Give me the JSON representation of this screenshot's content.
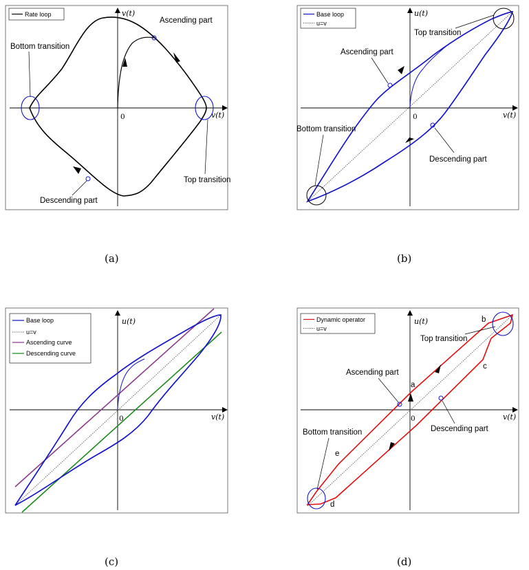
{
  "colors": {
    "black": "#000000",
    "blue": "#1515c8",
    "red": "#e01010",
    "purple": "#8b3a8b",
    "green": "#1a8a1a",
    "gray": "#555555"
  },
  "panels": {
    "a": {
      "caption": "(a)",
      "legend": [
        "Rate loop"
      ],
      "x_axis_label": "v(t)",
      "y_axis_label": "v(t)",
      "origin_label": "0",
      "annotations": {
        "ascending": "Ascending part",
        "bottom": "Bottom transition",
        "top": "Top transition",
        "descending": "Descending part"
      }
    },
    "b": {
      "caption": "(b)",
      "legend": [
        "Base loop",
        "u=v"
      ],
      "x_axis_label": "v(t)",
      "y_axis_label": "u(t)",
      "origin_label": "0",
      "annotations": {
        "top": "Top transition",
        "ascending": "Ascending part",
        "bottom": "Bottom transition",
        "descending": "Descending part"
      }
    },
    "c": {
      "caption": "(c)",
      "legend": [
        "Base loop",
        "u=v",
        "Ascending curve",
        "Descending curve"
      ],
      "x_axis_label": "v(t)",
      "y_axis_label": "u(t)",
      "origin_label": "0"
    },
    "d": {
      "caption": "(d)",
      "legend": [
        "Dynamic operator",
        "u=v"
      ],
      "x_axis_label": "v(t)",
      "y_axis_label": "u(t)",
      "origin_label": "0",
      "annotations": {
        "top": "Top transition",
        "ascending": "Ascending part",
        "bottom": "Bottom transition",
        "descending": "Descending part"
      },
      "points": {
        "a": "a",
        "b": "b",
        "c": "c",
        "d": "d",
        "e": "e"
      }
    }
  }
}
